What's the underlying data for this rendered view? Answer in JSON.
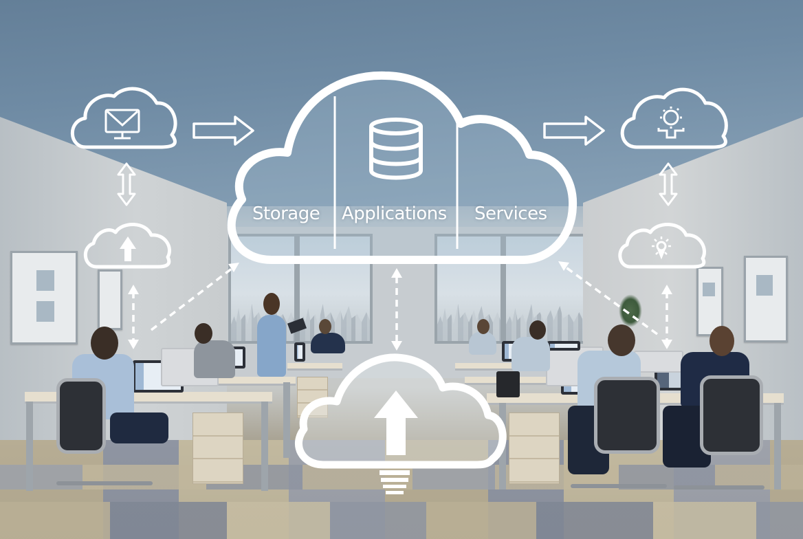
{
  "scene": {
    "description": "Office workspace with cloud computing diagram overlay",
    "colors": {
      "ceiling": "#6a849c",
      "wall": "#cfd3d5",
      "floor_beige": "#b7ad94",
      "floor_gray": "#8f95a2",
      "overlay_stroke": "#ffffff"
    }
  },
  "diagram": {
    "main_cloud": {
      "icon": "database-icon",
      "sections": [
        {
          "label": "Storage"
        },
        {
          "label": "Applications"
        },
        {
          "label": "Services"
        }
      ]
    },
    "left_column": [
      {
        "icon": "monitor-mail-icon"
      },
      {
        "icon": "upload-arrow-icon"
      }
    ],
    "right_column": [
      {
        "icon": "gear-hand-icon"
      },
      {
        "icon": "lightbulb-icon"
      }
    ],
    "bottom_cloud": {
      "icon": "upload-arrow-lightbulb-icon"
    },
    "connectors": [
      {
        "type": "solid-arrow",
        "from": "left-top-cloud",
        "to": "main-cloud"
      },
      {
        "type": "solid-arrow",
        "from": "main-cloud",
        "to": "right-top-cloud"
      },
      {
        "type": "double-arrow",
        "between": "left-clouds"
      },
      {
        "type": "double-arrow",
        "between": "right-clouds"
      },
      {
        "type": "dashed-double-arrow",
        "between": "left-cloud-and-desk"
      },
      {
        "type": "dashed-double-arrow",
        "between": "right-cloud-and-desk"
      },
      {
        "type": "dashed-double-arrow",
        "between": "main-cloud-and-bottom-cloud"
      },
      {
        "type": "dashed-arrow",
        "from": "left-desk",
        "to": "main-cloud"
      },
      {
        "type": "dashed-arrow",
        "from": "right-desk",
        "to": "main-cloud"
      }
    ]
  }
}
